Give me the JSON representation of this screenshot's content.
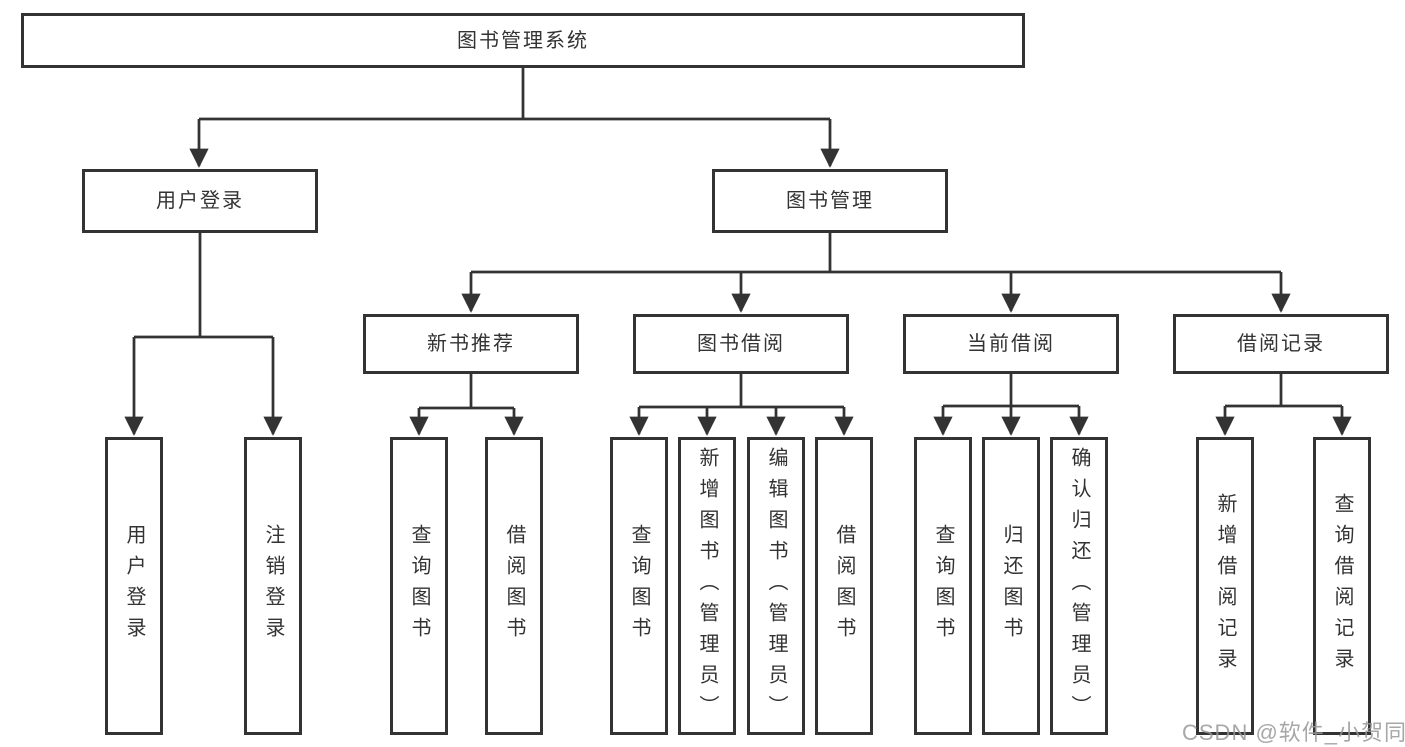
{
  "diagram": {
    "root": {
      "label": "图书管理系统"
    },
    "level2": [
      {
        "label": "用户登录"
      },
      {
        "label": "图书管理"
      }
    ],
    "level3": [
      {
        "label": "新书推荐"
      },
      {
        "label": "图书借阅"
      },
      {
        "label": "当前借阅"
      },
      {
        "label": "借阅记录"
      }
    ],
    "leaves": [
      {
        "label": "用户登录"
      },
      {
        "label": "注销登录"
      },
      {
        "label": "查询图书"
      },
      {
        "label": "借阅图书"
      },
      {
        "label": "查询图书"
      },
      {
        "label": "新增图书（管理员）"
      },
      {
        "label": "编辑图书（管理员）"
      },
      {
        "label": "借阅图书"
      },
      {
        "label": "查询图书"
      },
      {
        "label": "归还图书"
      },
      {
        "label": "确认归还（管理员）"
      },
      {
        "label": "新增借阅记录"
      },
      {
        "label": "查询借阅记录"
      }
    ],
    "watermark": "CSDN @软件_小贺同学",
    "colors": {
      "line": "#333333",
      "text": "#333333",
      "background": "#ffffff",
      "watermark": "#989898"
    }
  }
}
